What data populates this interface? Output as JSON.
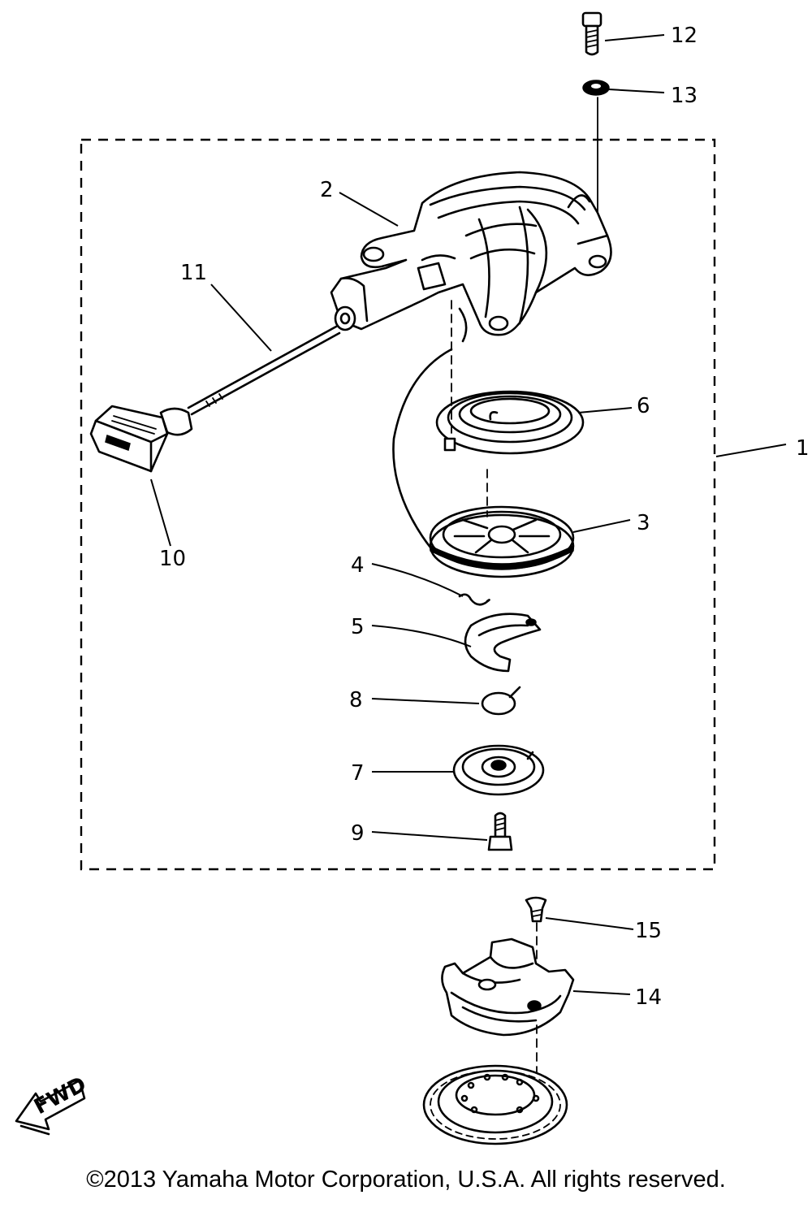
{
  "callouts": {
    "c1": "1",
    "c2": "2",
    "c3": "3",
    "c4": "4",
    "c5": "5",
    "c6": "6",
    "c7": "7",
    "c8": "8",
    "c9": "9",
    "c10": "10",
    "c11": "11",
    "c12": "12",
    "c13": "13",
    "c14": "14",
    "c15": "15"
  },
  "fwd_arrow": "FWD",
  "copyright": "©2013 Yamaha Motor Corporation, U.S.A. All rights reserved."
}
